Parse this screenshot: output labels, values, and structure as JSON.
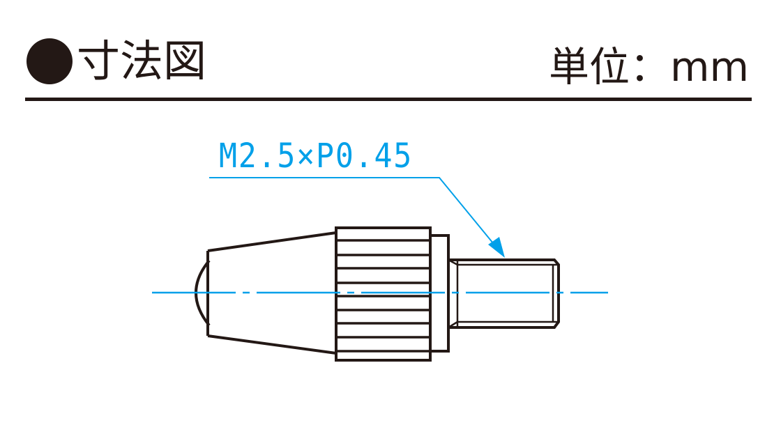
{
  "header": {
    "title": "寸法図",
    "unit_label": "単位：mm"
  },
  "drawing": {
    "thread_spec": "M2.5×P0.45"
  },
  "colors": {
    "line": "#231815",
    "dimension": "#00a0e9"
  }
}
